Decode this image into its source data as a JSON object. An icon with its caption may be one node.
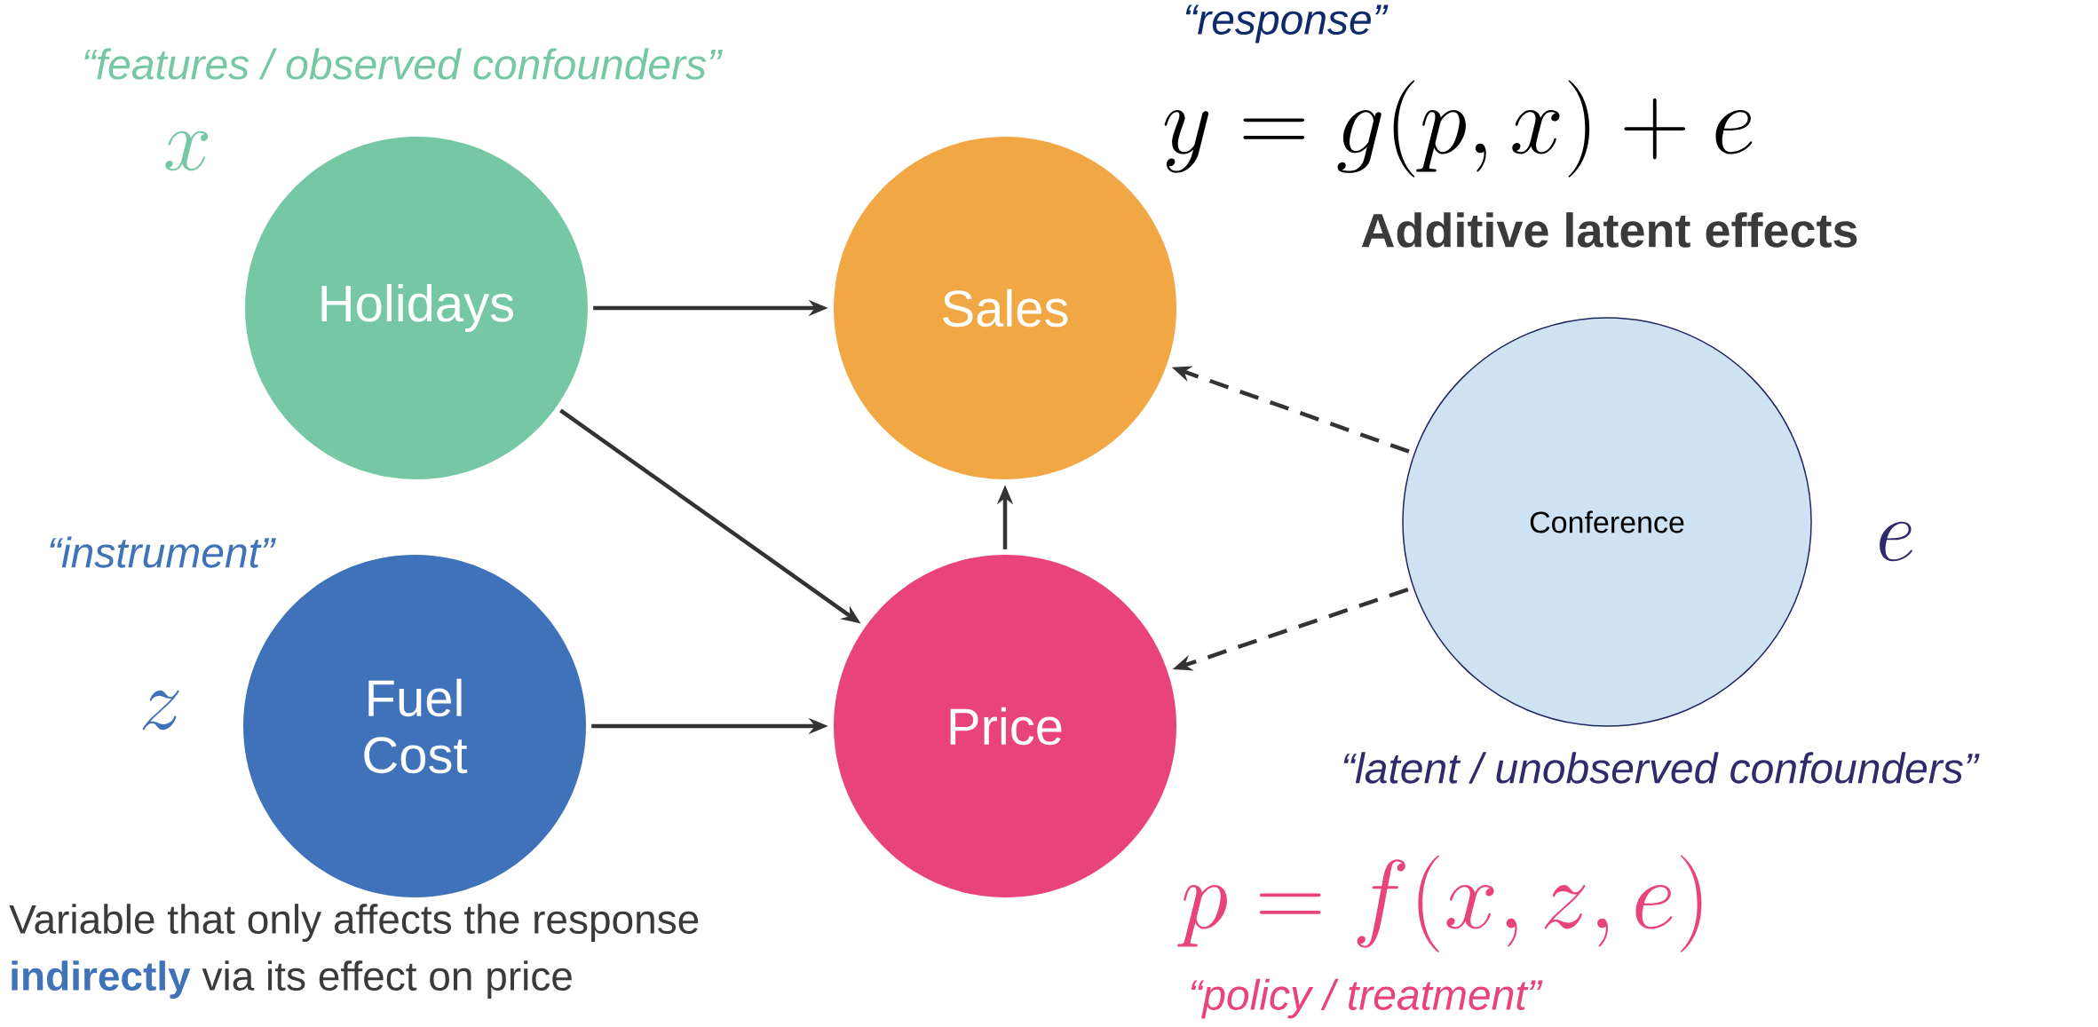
{
  "diagram": {
    "nodes": [
      {
        "text": [
          "Holidays"
        ]
      },
      {
        "text": [
          "Sales"
        ]
      },
      {
        "text": [
          "Fuel Cost"
        ]
      },
      {
        "text": [
          "Price"
        ]
      },
      {
        "text": [
          "Conference"
        ],
        "beside": [
          "“latent / unobserved confounders”"
        ]
      }
    ],
    "edges": [
      {
        "from": 0,
        "to": 1,
        "arrow": "to"
      },
      {
        "from": 0,
        "to": 3,
        "arrow": "to"
      },
      {
        "from": 2,
        "to": 3,
        "arrow": "to"
      },
      {
        "from": 3,
        "to": 1,
        "arrow": "to"
      },
      {
        "from": 4,
        "to": 1,
        "arrow": "to",
        "style": "dashed"
      },
      {
        "from": 4,
        "to": 3,
        "arrow": "to",
        "style": "dashed"
      }
    ],
    "labels": [
      "“features / observed confounders”",
      "x",
      "“response”",
      "y = g(p, x) + e",
      "Additive latent effects",
      "“instrument”",
      "e",
      "z",
      "Variable that only affects the response **indirectly** via its effect on price",
      "p = f(x, z, e)",
      "“policy / treatment”"
    ]
  }
}
